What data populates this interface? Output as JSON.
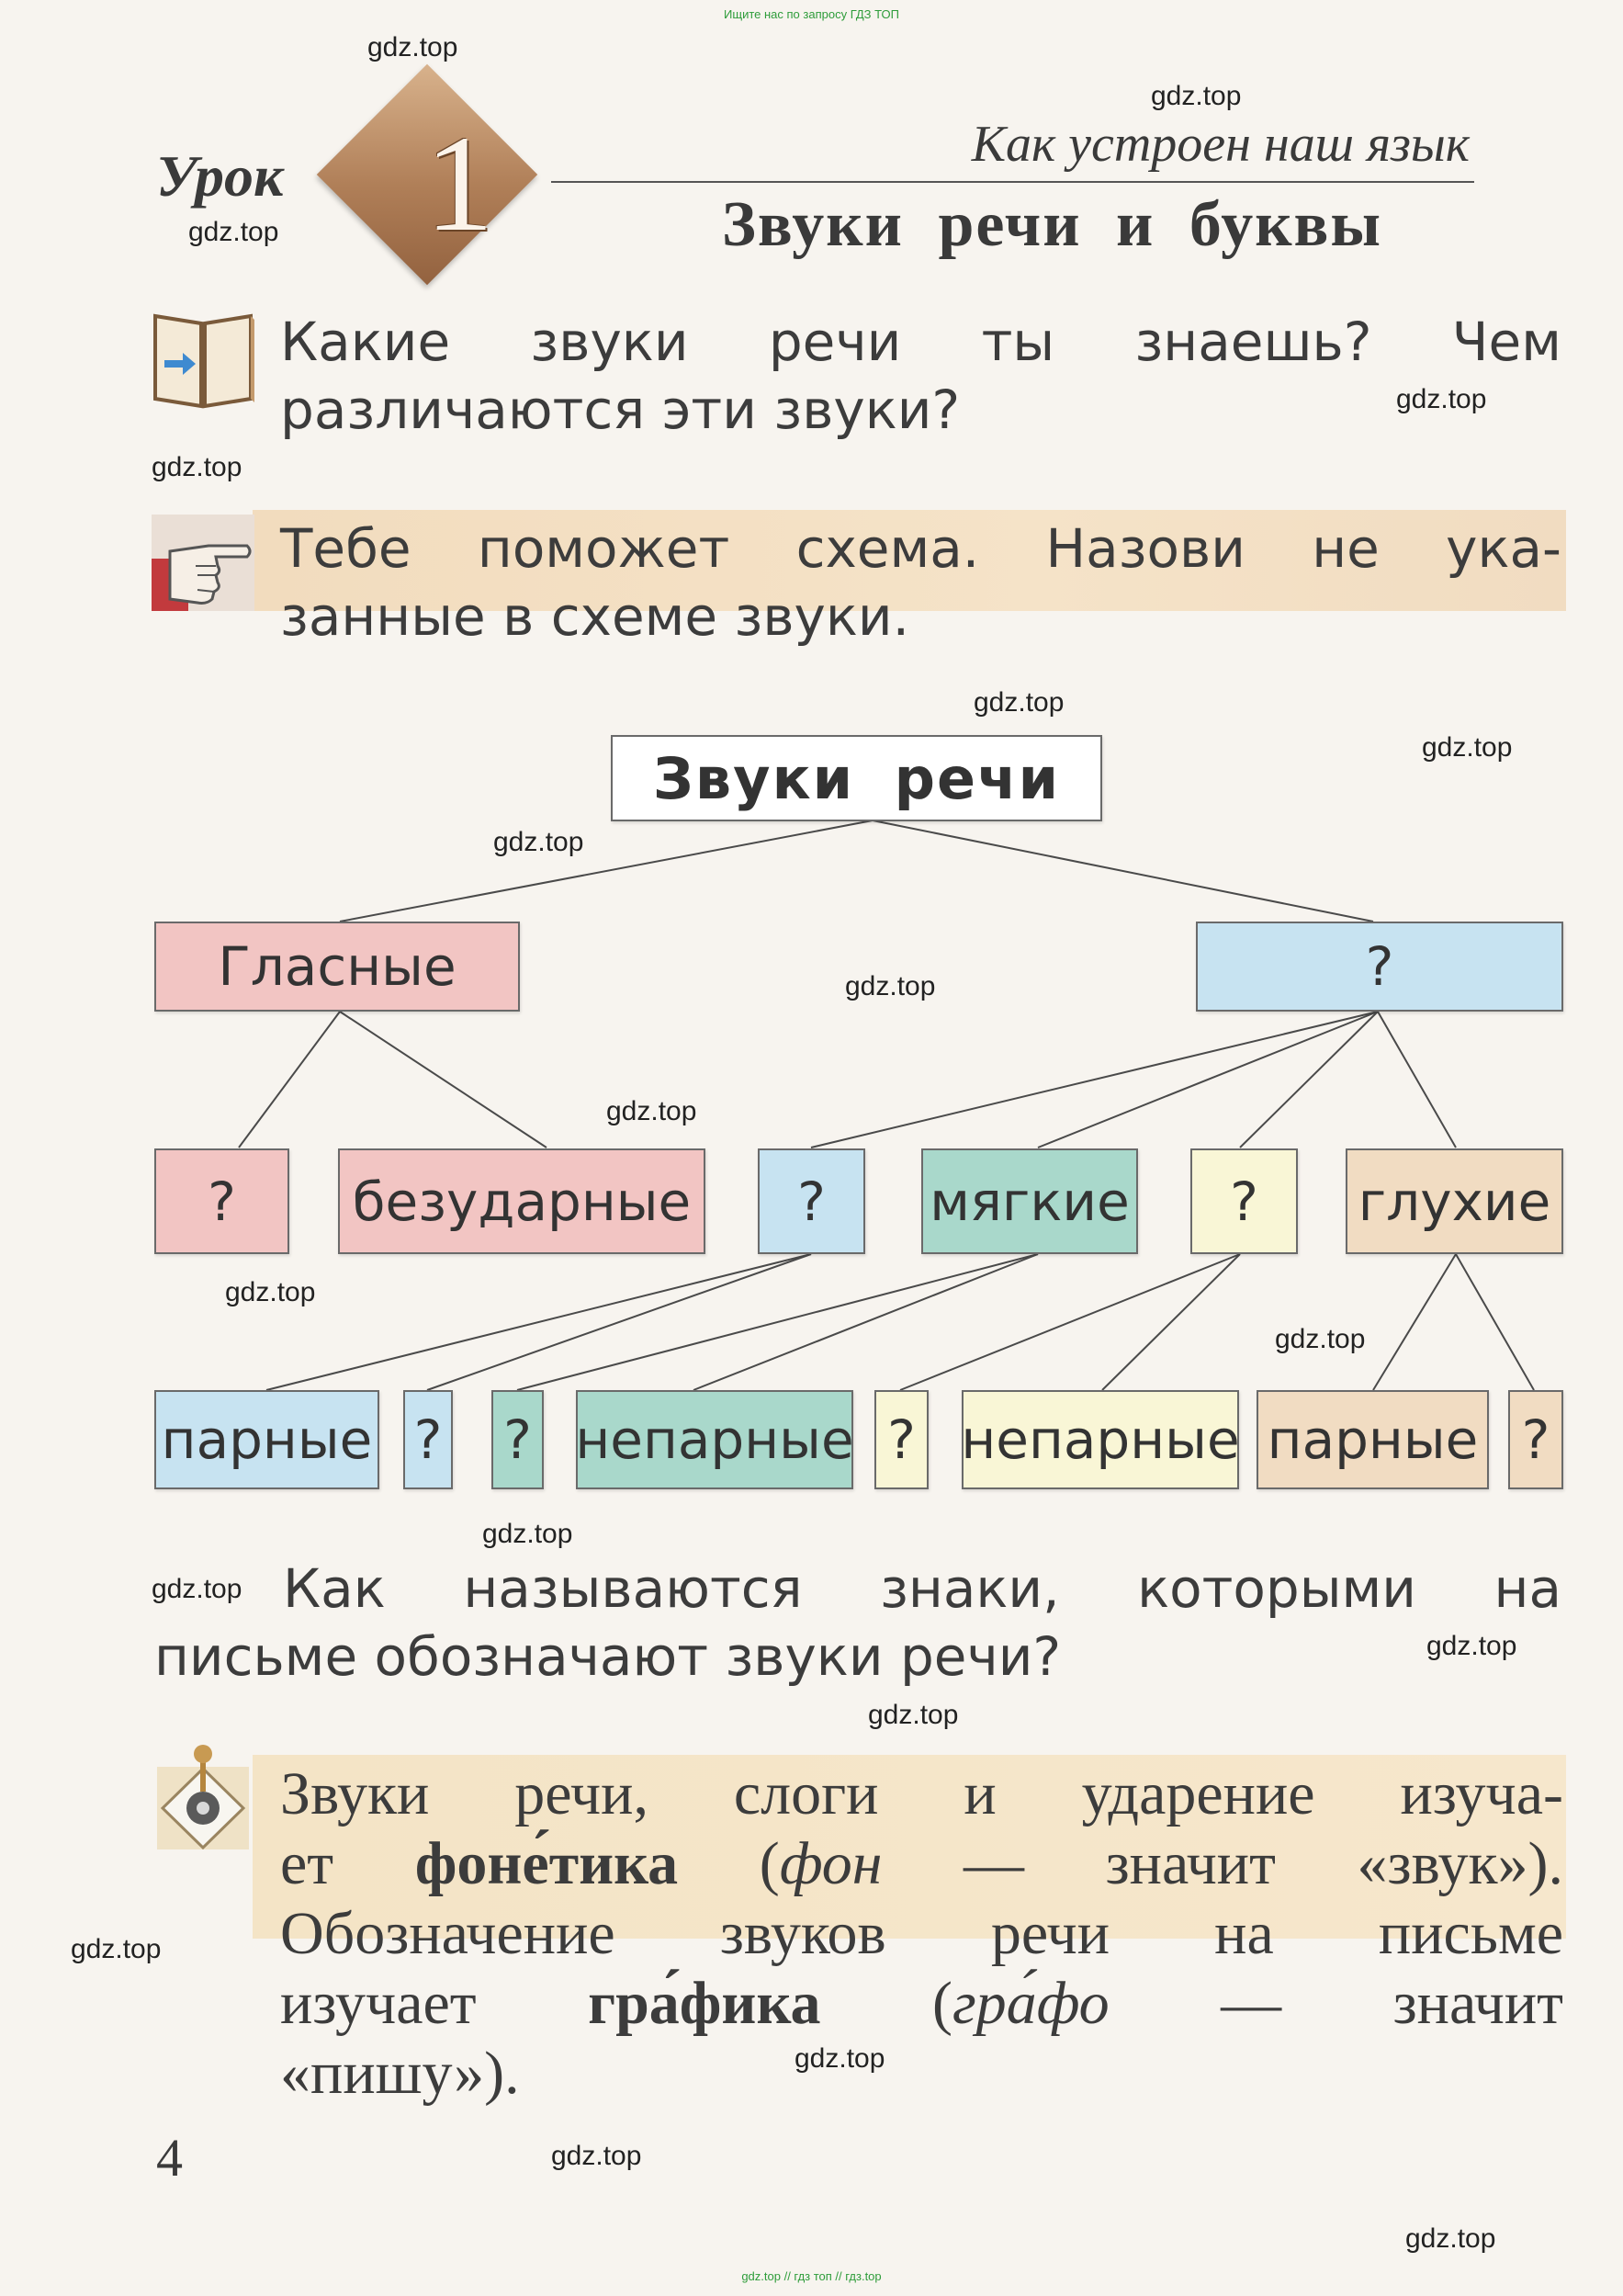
{
  "header_note": "Ищите нас по запросу ГДЗ ТОП",
  "footer_note": "gdz.top  //  гдз топ  //  гдз.top",
  "watermark": "gdz.top",
  "lesson": {
    "word": "Урок",
    "number": "1",
    "section": "Как устроен наш язык",
    "title": "Звуки речи и буквы"
  },
  "question_1": [
    "Какие звуки речи ты знаешь? Чем",
    "различаются эти звуки?"
  ],
  "hint": [
    "Тебе поможет схема. Назови не ука-",
    "занные в схеме звуки."
  ],
  "scheme": {
    "root": "Звуки речи",
    "level1": [
      "Гласные",
      "?"
    ],
    "level2": [
      "?",
      "безударные",
      "?",
      "мягкие",
      "?",
      "глухие"
    ],
    "level3": [
      "парные",
      "?",
      "?",
      "непарные",
      "?",
      "непарные",
      "парные",
      "?"
    ]
  },
  "question_2": [
    "Как называются знаки, которыми на",
    "письме обозначают звуки речи?"
  ],
  "rule": {
    "line1": "Звуки речи, слоги и ударение изуча-",
    "line2_a": "ет",
    "term_1": "фоне́тика",
    "line2_b": "(",
    "etym_1": "фон",
    "line2_c": "— значит «звук»).",
    "line3": "Обозначение звуков речи на письме",
    "line4_a": "изучает",
    "term_2": "гра́фика",
    "line4_b": "(",
    "etym_2": "гра́фо",
    "line4_c": "— значит",
    "line5": "«пишу»)."
  },
  "page_number": "4",
  "colors": {
    "pink": "#f2c5c3",
    "blue": "#c7e3f1",
    "teal": "#a9d8cb",
    "cream": "#f9f6d6",
    "beige": "#f1dcc2",
    "lesson_diamond": "#b07f58"
  },
  "icons": [
    "book-arrow-icon",
    "pointing-hand-icon",
    "rule-marker-icon"
  ]
}
